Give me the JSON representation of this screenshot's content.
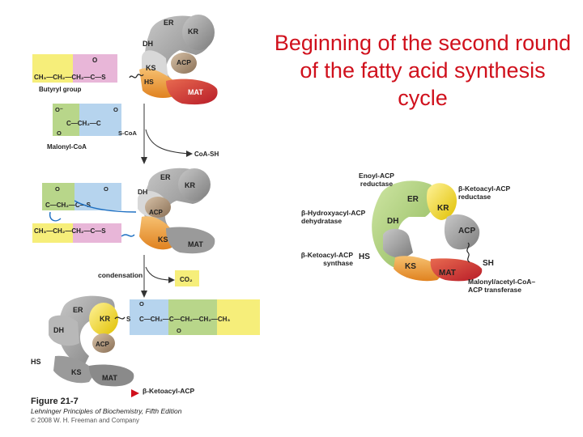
{
  "title": "Beginning of the second round of the fatty acid synthesis cycle",
  "figure": {
    "number": "Figure 21-7",
    "book": "Lehninger Principles of Biochemistry, Fifth Edition",
    "copyright": "© 2008 W. H. Freeman and Company"
  },
  "domains": {
    "er": "ER",
    "kr": "KR",
    "dh": "DH",
    "ks": "KS",
    "acp": "ACP",
    "mat": "MAT",
    "hs": "HS",
    "sh": "SH"
  },
  "chem": {
    "butyryl_chain": "CH₃—CH₂—CH₂—C—S",
    "butyryl_label": "Butyryl group",
    "malonyl_chain": "C—CH₂—C",
    "malonyl_scoa": "S-CoA",
    "malonyl_label": "Malonyl-CoA",
    "coa_sh": "CoA-SH",
    "o": "O",
    "o_minus": "O⁻",
    "step2_malonyl": "C—CH₂—C—S",
    "condensation": "condensation",
    "co2": "CO₂",
    "ketoacyl_chain": "C—CH₂—C—CH₂—CH₂—CH₃",
    "ketoacyl_label": "β-Ketoacyl-ACP"
  },
  "enzymes": {
    "enoyl": "Enoyl-ACP\nreductase",
    "ketoacyl_red": "β-Ketoacyl-ACP\nreductase",
    "hydroxyacyl": "β-Hydroxyacyl-ACP\ndehydratase",
    "ketoacyl_syn": "β-Ketoacyl-ACP\nsynthase",
    "transferase": "Malonyl/acetyl-CoA–\nACP transferase"
  },
  "colors": {
    "title": "#d0101c",
    "gray_domain": "#9c9c9c",
    "kr_domain": "#a8a8a8",
    "acp": "#b29a80",
    "ks": "#f0a040",
    "mat": "#c8302a",
    "yellow_box": "#f6ee7a",
    "pink_box": "#e8b6d8",
    "green_box": "#b8d68a",
    "blue_box": "#b6d4ee",
    "condensation_box": "#f6ee7a"
  }
}
